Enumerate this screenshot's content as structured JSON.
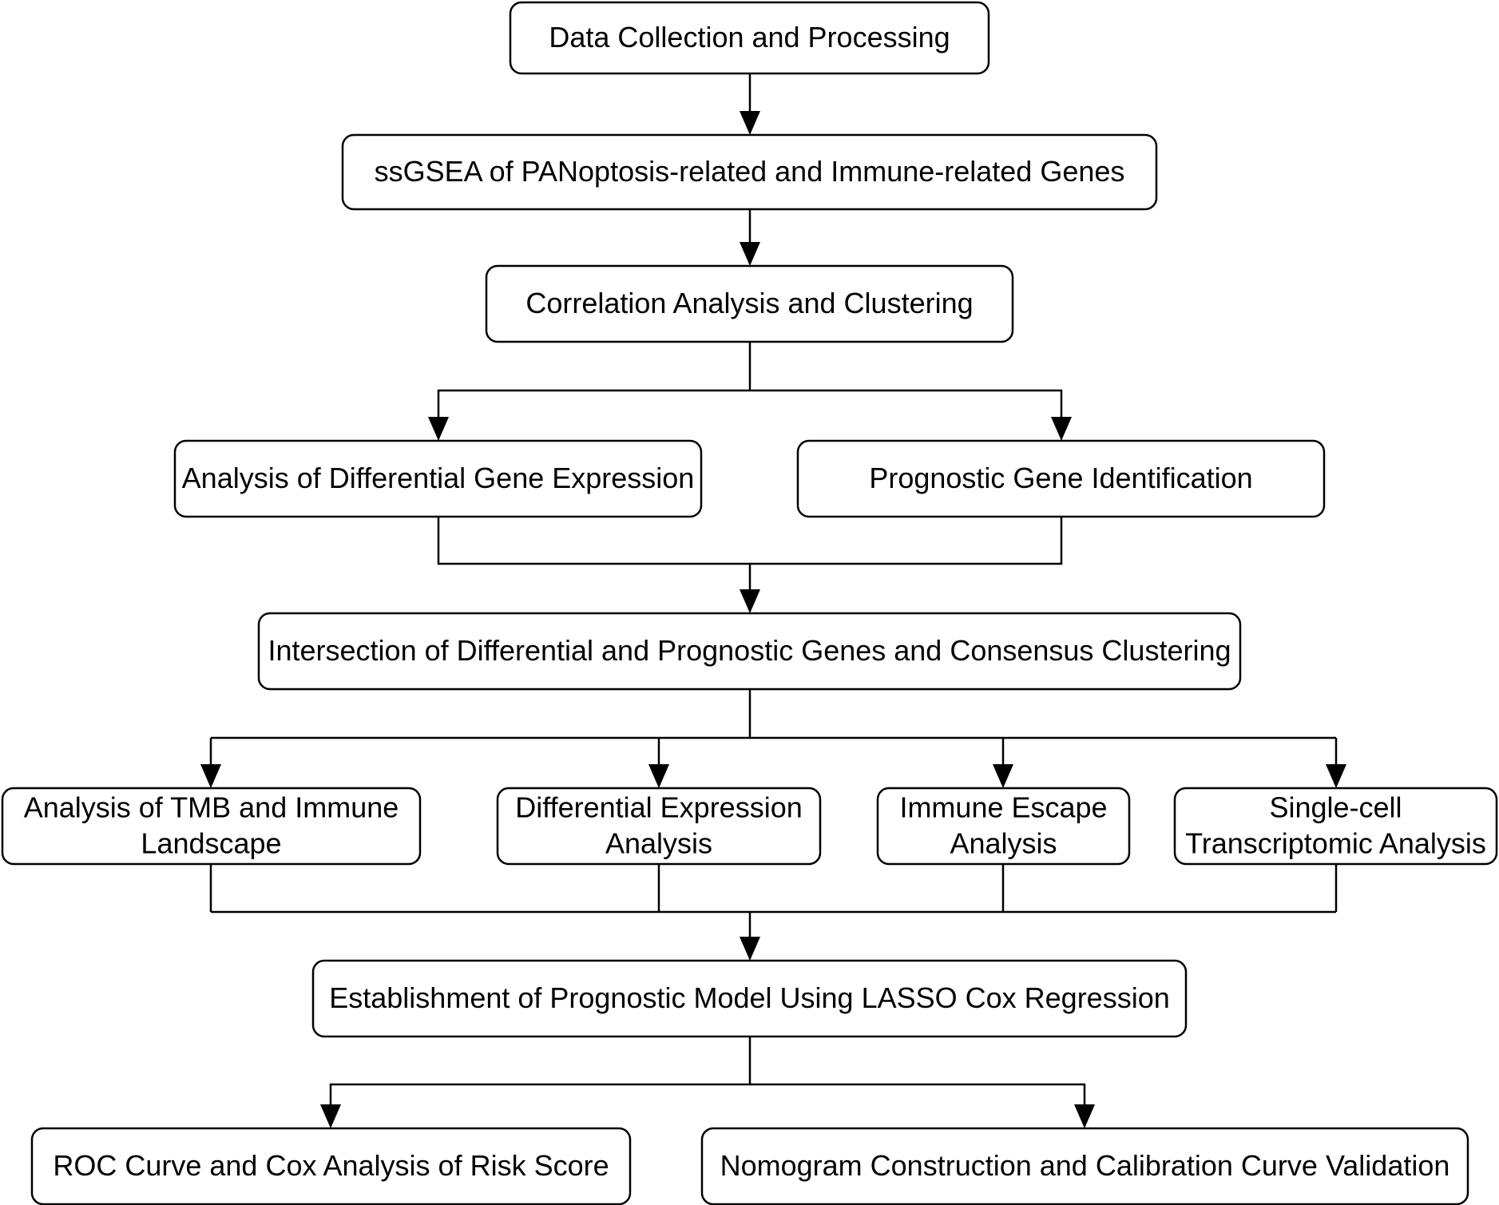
{
  "diagram": {
    "nodes": [
      {
        "id": "data",
        "lines": [
          "Data Collection and Processing"
        ]
      },
      {
        "id": "ssgsea",
        "lines": [
          "ssGSEA of PANoptosis-related and Immune-related Genes"
        ]
      },
      {
        "id": "corr",
        "lines": [
          "Correlation Analysis and Clustering"
        ]
      },
      {
        "id": "dge",
        "lines": [
          "Analysis of Differential Gene Expression"
        ]
      },
      {
        "id": "prog",
        "lines": [
          "Prognostic Gene Identification"
        ]
      },
      {
        "id": "inter",
        "lines": [
          "Intersection of Differential and Prognostic Genes and Consensus Clustering"
        ]
      },
      {
        "id": "tmb",
        "lines": [
          "Analysis of TMB and Immune",
          "Landscape"
        ]
      },
      {
        "id": "dea",
        "lines": [
          "Differential Expression",
          "Analysis"
        ]
      },
      {
        "id": "escape",
        "lines": [
          "Immune Escape",
          "Analysis"
        ]
      },
      {
        "id": "single",
        "lines": [
          "Single-cell",
          "Transcriptomic Analysis"
        ]
      },
      {
        "id": "lasso",
        "lines": [
          "Establishment of Prognostic Model Using LASSO Cox Regression"
        ]
      },
      {
        "id": "roc",
        "lines": [
          "ROC Curve and Cox Analysis of Risk Score"
        ]
      },
      {
        "id": "nomo",
        "lines": [
          "Nomogram Construction and Calibration Curve Validation"
        ]
      }
    ],
    "edges": [
      {
        "from": "data",
        "to": "ssgsea"
      },
      {
        "from": "ssgsea",
        "to": "corr"
      },
      {
        "from": "corr",
        "to": "dge"
      },
      {
        "from": "corr",
        "to": "prog"
      },
      {
        "from": "dge",
        "to": "inter"
      },
      {
        "from": "prog",
        "to": "inter"
      },
      {
        "from": "inter",
        "to": "tmb"
      },
      {
        "from": "inter",
        "to": "dea"
      },
      {
        "from": "inter",
        "to": "escape"
      },
      {
        "from": "inter",
        "to": "single"
      },
      {
        "from": "tmb",
        "to": "lasso"
      },
      {
        "from": "dea",
        "to": "lasso"
      },
      {
        "from": "escape",
        "to": "lasso"
      },
      {
        "from": "single",
        "to": "lasso"
      },
      {
        "from": "lasso",
        "to": "roc"
      },
      {
        "from": "lasso",
        "to": "nomo"
      }
    ]
  }
}
